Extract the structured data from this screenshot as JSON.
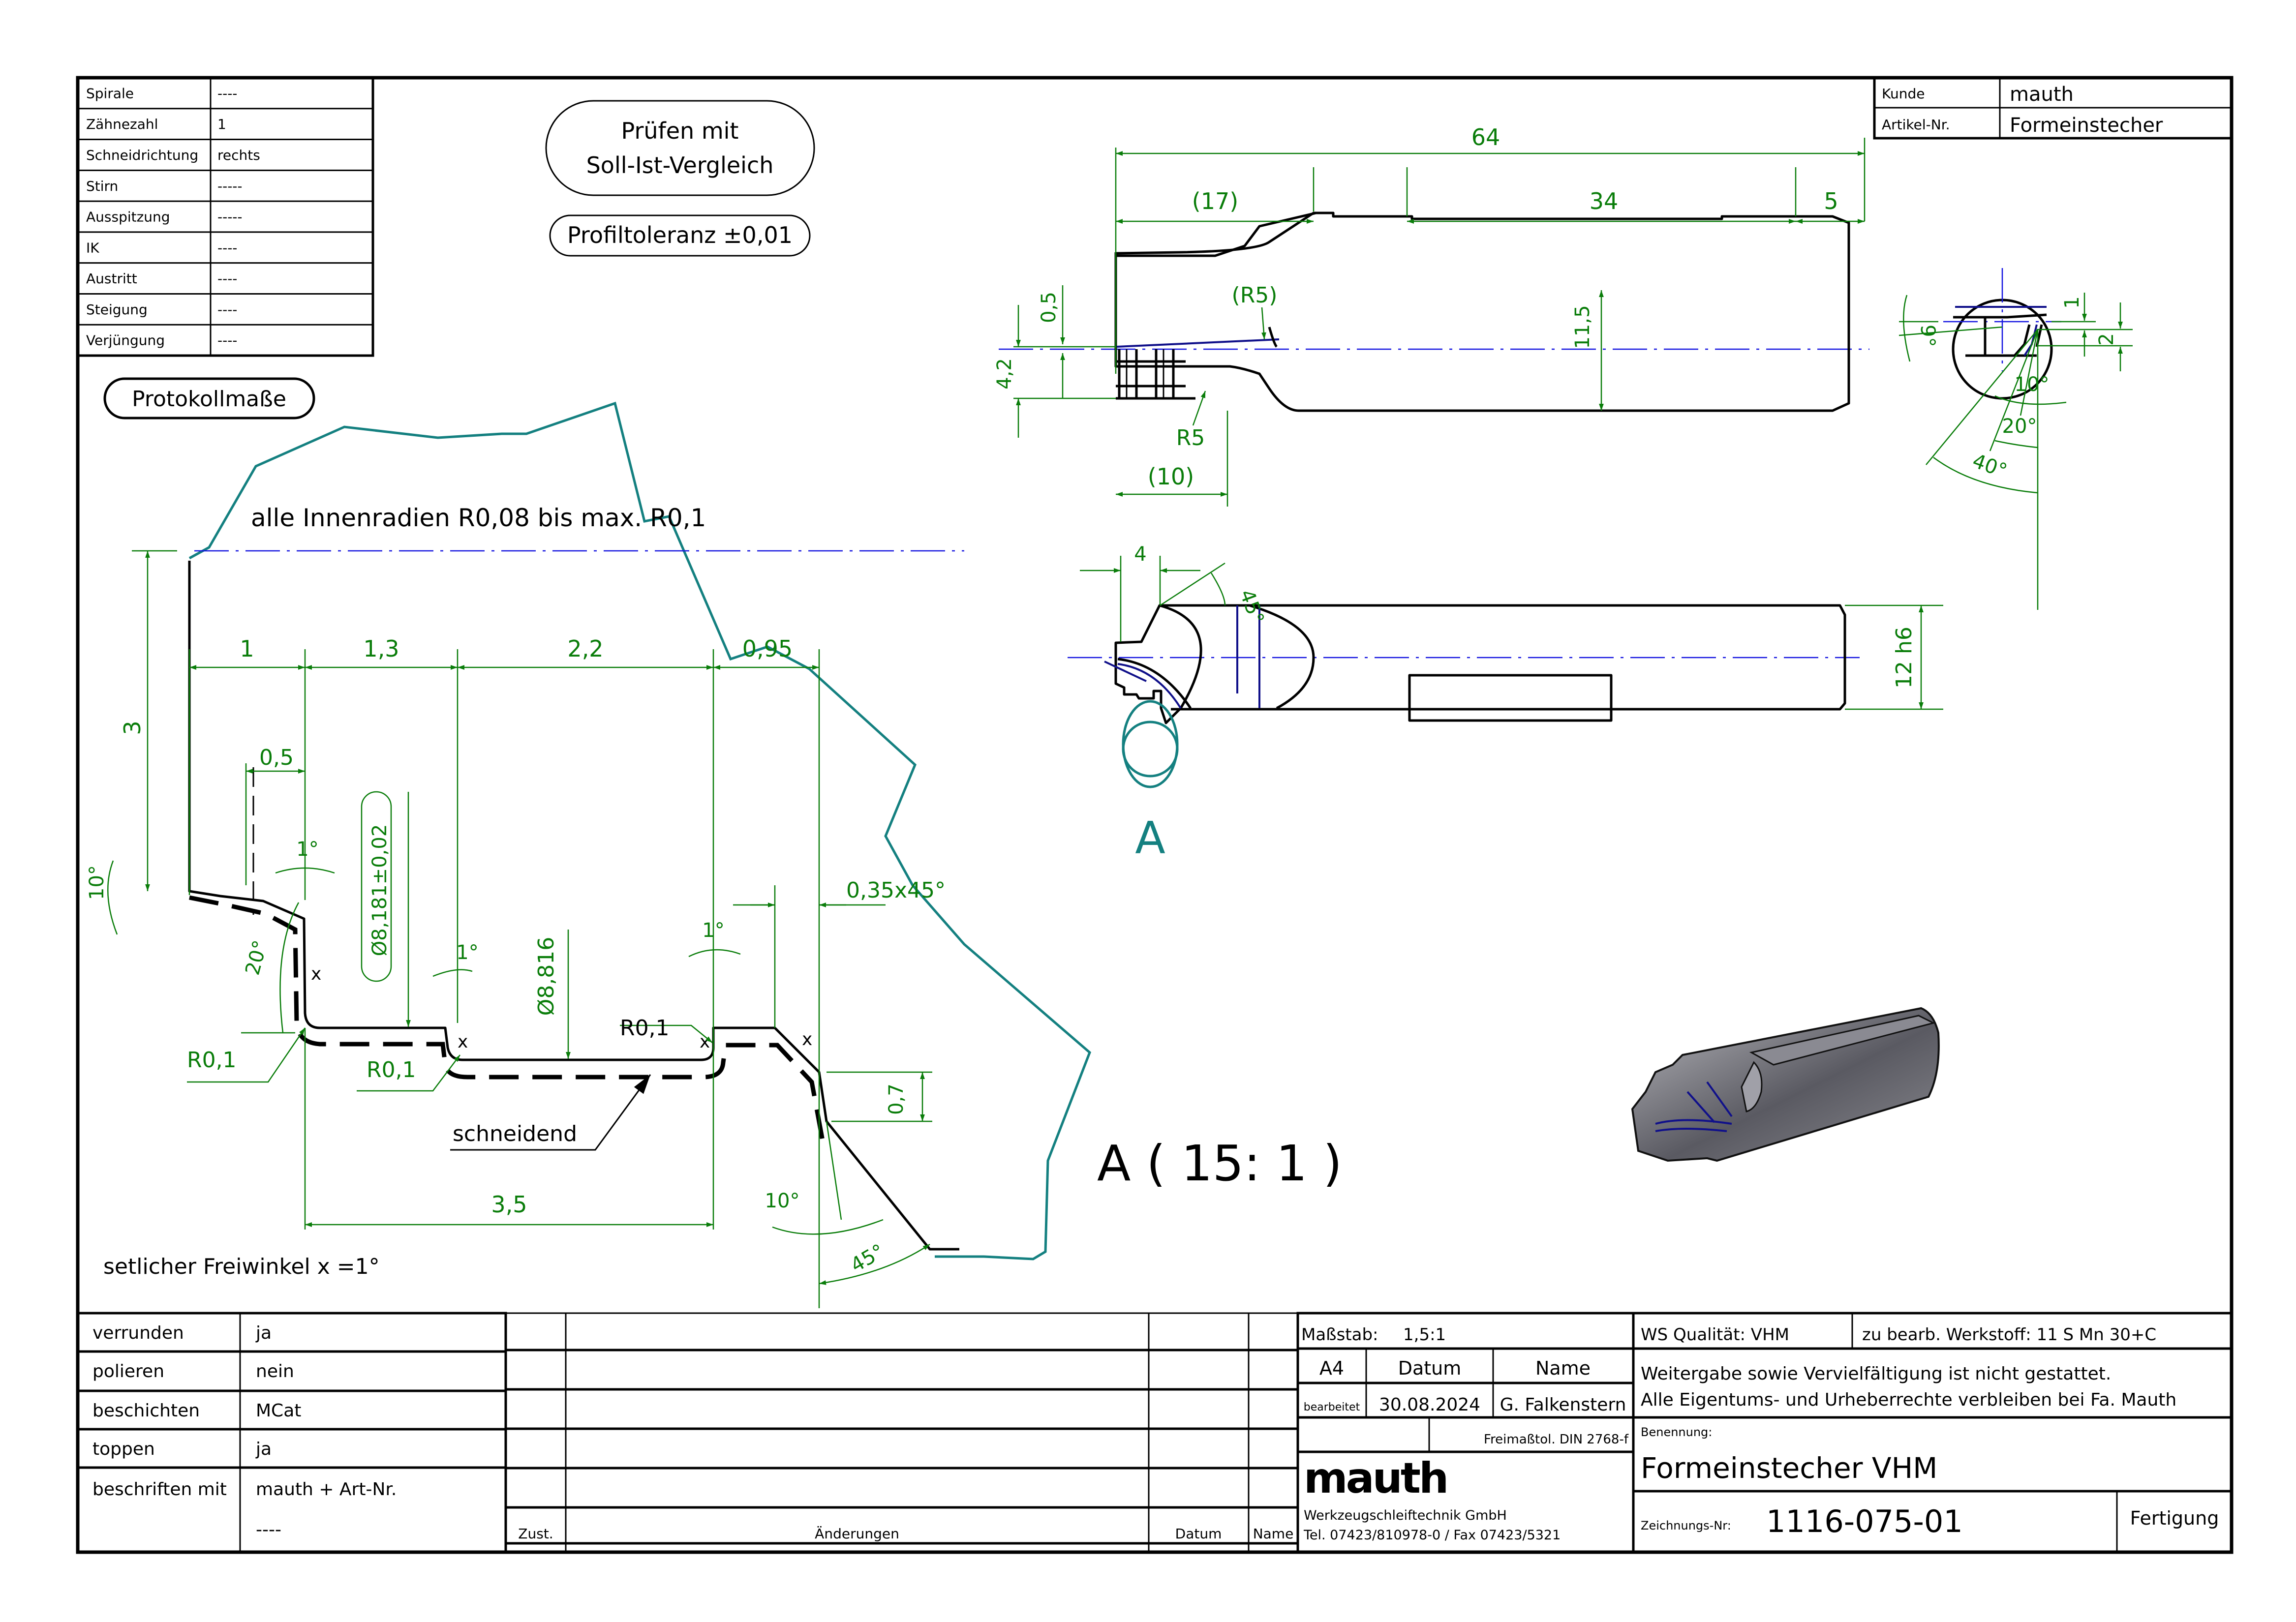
{
  "colors": {
    "line": "#000000",
    "dimension": "#0a7d0a",
    "centerline": "#1515e0",
    "detail_boundary": "#148080",
    "hidden_edge": "#10108a"
  },
  "spec_table": {
    "rows": [
      {
        "label": "Spirale",
        "value": "----"
      },
      {
        "label": "Zähnezahl",
        "value": "1"
      },
      {
        "label": "Schneidrichtung",
        "value": "rechts"
      },
      {
        "label": "Stirn",
        "value": "-----"
      },
      {
        "label": "Ausspitzung",
        "value": "-----"
      },
      {
        "label": "IK",
        "value": "----"
      },
      {
        "label": "Austritt",
        "value": "----"
      },
      {
        "label": "Steigung",
        "value": "----"
      },
      {
        "label": "Verjüngung",
        "value": "----"
      }
    ]
  },
  "notes": {
    "check_line1": "Prüfen mit",
    "check_line2": "Soll-Ist-Vergleich",
    "profile_tolerance": "Profiltoleranz ±0,01",
    "protocol": "Protokollmaße",
    "inner_radii": "alle Innenradien R0,08 bis max. R0,1",
    "side_clearance": "setlicher Freiwinkel x =1°",
    "cutting": "schneidend",
    "detail_label": "A",
    "detail_scale": "A ( 15: 1 )"
  },
  "customer_block": {
    "kunde_label": "Kunde",
    "kunde_value": "mauth",
    "artikel_label": "Artikel-Nr.",
    "artikel_value": "Formeinstecher"
  },
  "detail_dims": {
    "d1": "1",
    "d13": "1,3",
    "d22": "2,2",
    "d095": "0,95",
    "d05": "0,5",
    "d3": "3",
    "deg10": "10°",
    "deg20": "20°",
    "deg1a": "1°",
    "deg1b": "1°",
    "deg1c": "1°",
    "dia8181": "Ø8,181±0,02",
    "dia8816": "Ø8,816",
    "r01a": "R0,1",
    "r01b": "R0,1",
    "r01c": "R0,1",
    "chamfer": "0,35x45°",
    "d07": "0,7",
    "d35": "3,5",
    "deg10b": "10°",
    "deg45": "45°",
    "x_mark": "x"
  },
  "side_view_dims": {
    "d64": "64",
    "d17": "(17)",
    "d34": "34",
    "d5": "5",
    "d05": "0,5",
    "d42": "4,2",
    "r5a": "(R5)",
    "r5b": "R5",
    "d115": "11,5",
    "d10": "(10)"
  },
  "end_view_dims": {
    "deg9": "9°",
    "d1": "1",
    "d2": "2",
    "deg10": "10°",
    "deg20": "20°",
    "deg40": "40°"
  },
  "top_view_dims": {
    "d4": "4",
    "deg45": "45°",
    "d12h6": "12 h6"
  },
  "finishing_table": {
    "rows": [
      {
        "label": "verrunden",
        "value": "ja"
      },
      {
        "label": "polieren",
        "value": "nein"
      },
      {
        "label": "beschichten",
        "value": "MCat"
      },
      {
        "label": "toppen",
        "value": "ja"
      },
      {
        "label": "beschriften mit",
        "value": "mauth + Art-Nr."
      }
    ],
    "extra_value": "----"
  },
  "revision_table": {
    "headers": [
      "Zust.",
      "Änderungen",
      "Datum",
      "Name"
    ]
  },
  "title_block": {
    "scale_label": "Maßstab:",
    "scale_value": "1,5:1",
    "format": "A4",
    "date_header": "Datum",
    "name_header": "Name",
    "edited_label": "bearbeitet",
    "date_value": "30.08.2024",
    "name_value": "G. Falkenstern",
    "tolerance_std": "Freimaßtol. DIN 2768-f",
    "logo": "mauth",
    "company": "Werkzeugschleiftechnik GmbH",
    "contact": "Tel. 07423/810978-0  / Fax 07423/5321",
    "ws_quality": "WS Qualität: VHM",
    "material": "zu bearb. Werkstoff: 11 S Mn 30+C",
    "copyright1": "Weitergabe sowie Vervielfältigung ist nicht gestattet.",
    "copyright2": "Alle Eigentums- und Urheberrechte verbleiben bei Fa. Mauth",
    "designation_label": "Benennung:",
    "designation_value": "Formeinstecher VHM",
    "drawing_no_label": "Zeichnungs-Nr:",
    "drawing_no_value": "1116-075-01",
    "status": "Fertigung"
  }
}
